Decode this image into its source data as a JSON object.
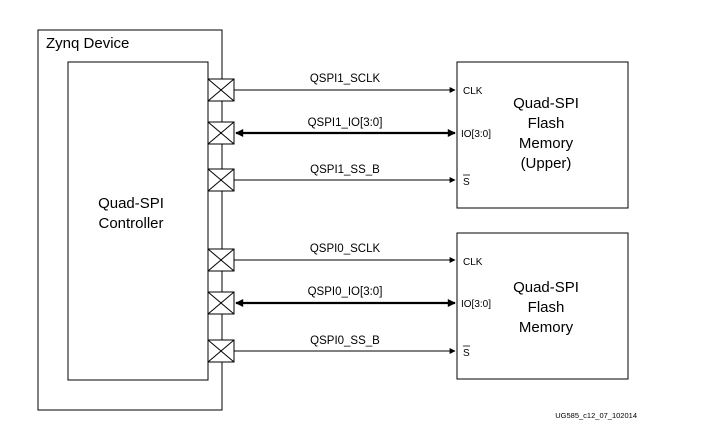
{
  "device": {
    "label": "Zynq Device"
  },
  "controller": {
    "label_line1": "Quad-SPI",
    "label_line2": "Controller"
  },
  "flash_upper": {
    "line1": "Quad-SPI",
    "line2": "Flash",
    "line3": "Memory",
    "line4": "(Upper)",
    "pins": {
      "clk": "CLK",
      "io": "IO[3:0]",
      "ss": "S"
    }
  },
  "flash_lower": {
    "line1": "Quad-SPI",
    "line2": "Flash",
    "line3": "Memory",
    "pins": {
      "clk": "CLK",
      "io": "IO[3:0]",
      "ss": "S"
    }
  },
  "signals": {
    "qspi1_sclk": "QSPI1_SCLK",
    "qspi1_io": "QSPI1_IO[3:0]",
    "qspi1_ss": "QSPI1_SS_B",
    "qspi0_sclk": "QSPI0_SCLK",
    "qspi0_io": "QSPI0_IO[3:0]",
    "qspi0_ss": "QSPI0_SS_B"
  },
  "figure_id": "UG585_c12_07_102014"
}
